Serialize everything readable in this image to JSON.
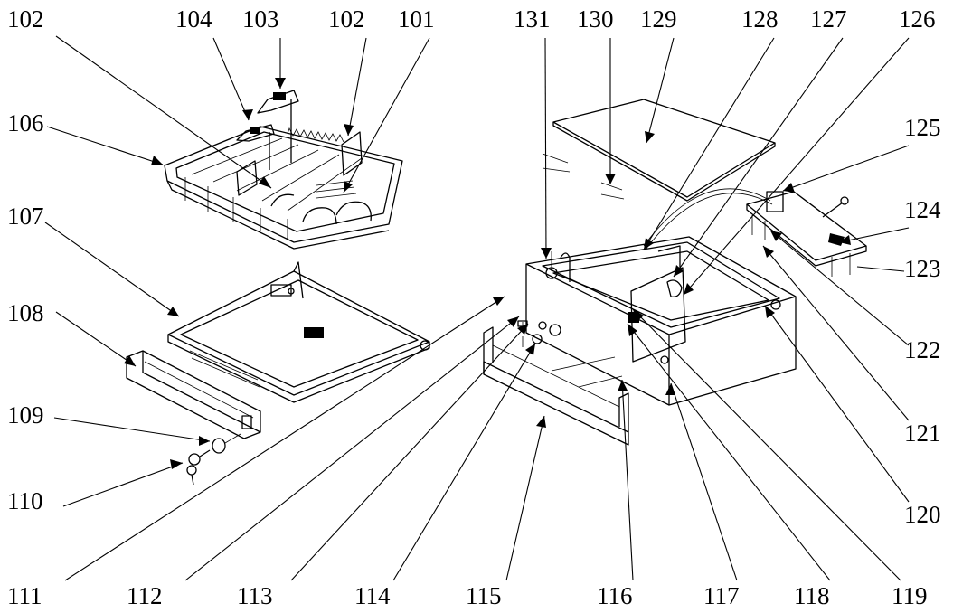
{
  "labels": [
    {
      "id": "l102a",
      "text": "102"
    },
    {
      "id": "l104",
      "text": "104"
    },
    {
      "id": "l103",
      "text": "103"
    },
    {
      "id": "l102b",
      "text": "102"
    },
    {
      "id": "l101",
      "text": "101"
    },
    {
      "id": "l131",
      "text": "131"
    },
    {
      "id": "l130",
      "text": "130"
    },
    {
      "id": "l129",
      "text": "129"
    },
    {
      "id": "l128",
      "text": "128"
    },
    {
      "id": "l127",
      "text": "127"
    },
    {
      "id": "l126",
      "text": "126"
    },
    {
      "id": "l125",
      "text": "125"
    },
    {
      "id": "l124",
      "text": "124"
    },
    {
      "id": "l123",
      "text": "123"
    },
    {
      "id": "l122",
      "text": "122"
    },
    {
      "id": "l121",
      "text": "121"
    },
    {
      "id": "l120",
      "text": "120"
    },
    {
      "id": "l119",
      "text": "119"
    },
    {
      "id": "l118",
      "text": "118"
    },
    {
      "id": "l117",
      "text": "117"
    },
    {
      "id": "l116",
      "text": "116"
    },
    {
      "id": "l115",
      "text": "115"
    },
    {
      "id": "l114",
      "text": "114"
    },
    {
      "id": "l113",
      "text": "113"
    },
    {
      "id": "l112",
      "text": "112"
    },
    {
      "id": "l111",
      "text": "111"
    },
    {
      "id": "l110",
      "text": "110"
    },
    {
      "id": "l109",
      "text": "109"
    },
    {
      "id": "l108",
      "text": "108"
    },
    {
      "id": "l107",
      "text": "107"
    },
    {
      "id": "l106",
      "text": "106"
    }
  ],
  "colors": {
    "ink": "#000000",
    "paper": "#ffffff"
  }
}
